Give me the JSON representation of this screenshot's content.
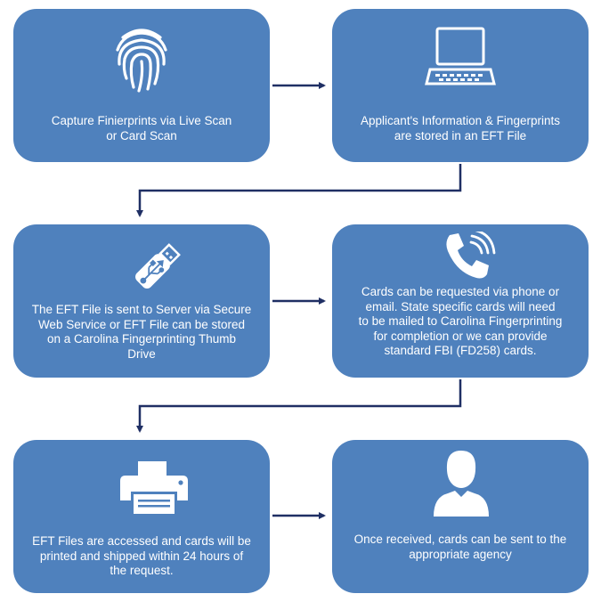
{
  "steps": [
    {
      "text": "Capture Finierprints via Live Scan\nor Card Scan",
      "icon": "fingerprint-icon"
    },
    {
      "text": "Applicant's Information  & Fingerprints\nare stored  in an EFT File",
      "icon": "laptop-icon"
    },
    {
      "text": "The EFT File is sent to Server via Secure\nWeb Service or EFT File can be stored\non a Carolina Fingerprinting Thumb\nDrive",
      "icon": "usb-drive-icon"
    },
    {
      "text": "Cards can be requested  via phone or\nemail. State specific cards will need\nto be mailed to Carolina Fingerprinting\nfor completion or we can  provide\nstandard FBI  (FD258) cards.",
      "icon": "phone-icon"
    },
    {
      "text": "EFT Files are accessed and cards will be\nprinted and shipped within 24 hours of\nthe request.",
      "icon": "printer-icon"
    },
    {
      "text": "Once received, cards can be sent to the\nappropriate agency",
      "icon": "person-icon"
    }
  ],
  "colors": {
    "box": "#4f81bd",
    "arrow": "#1f2f64",
    "text": "#ffffff"
  }
}
